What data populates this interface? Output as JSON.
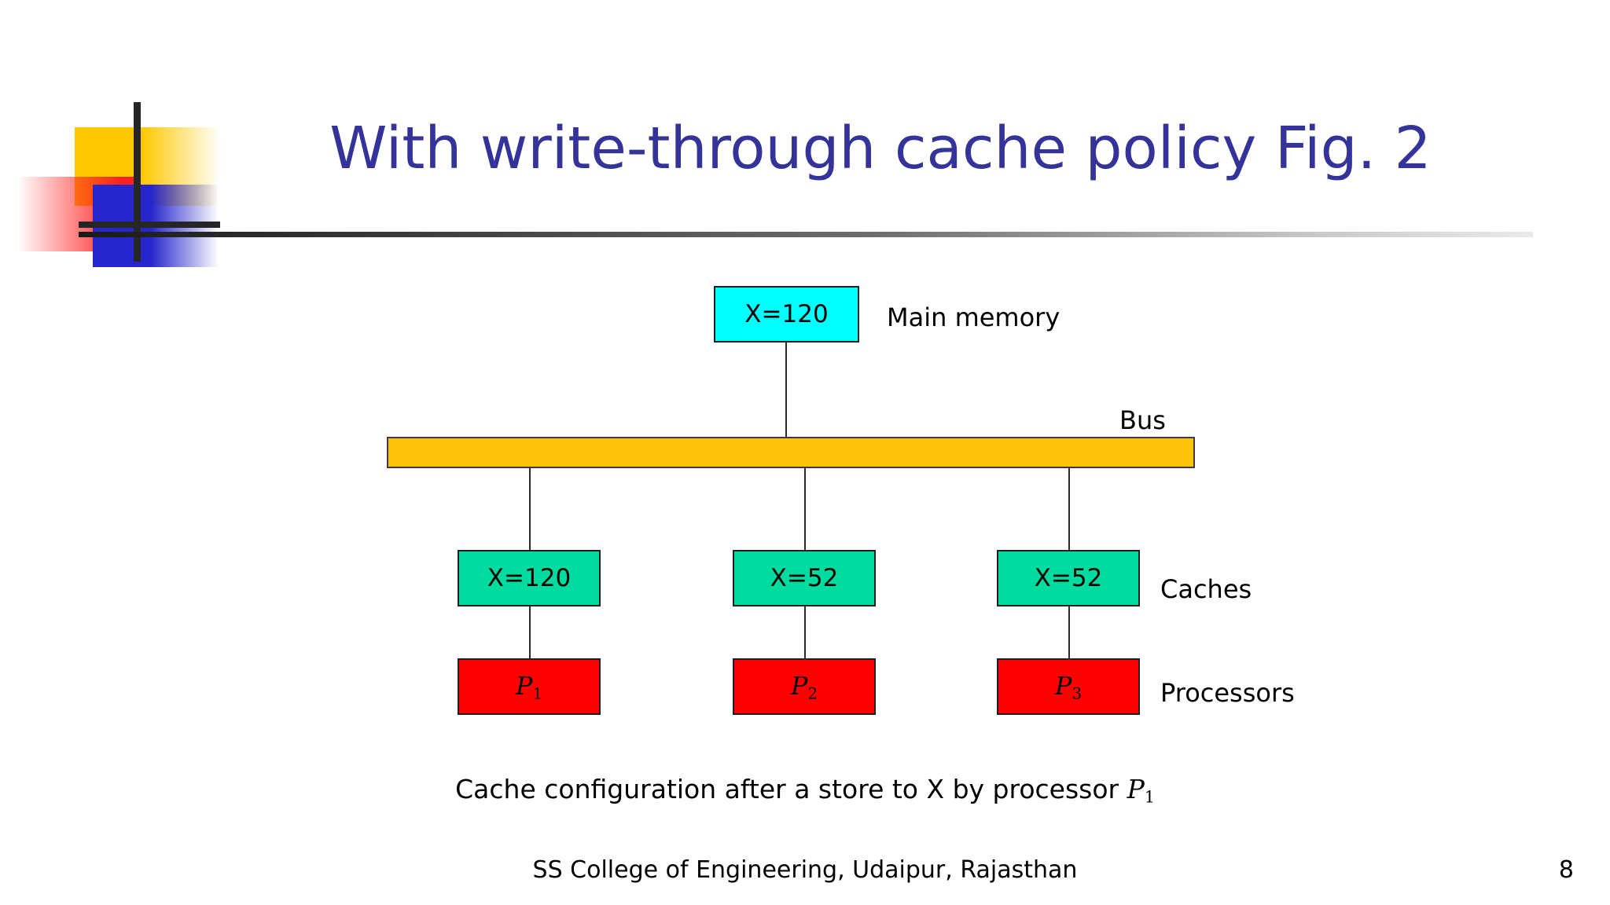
{
  "slide": {
    "title": "With write-through cache policy Fig. 2",
    "title_color": "#333399",
    "page_number": "8",
    "footer": "SS College of Engineering, Udaipur, Rajasthan",
    "caption_prefix": "Cache configuration after a store to X by processor",
    "caption_var": "P",
    "caption_var_sub": "1"
  },
  "logo": {
    "yellow": "#FFC800",
    "red": "#FF2020",
    "blue": "#2626CC",
    "bar": "#262626"
  },
  "diagram": {
    "memory": {
      "value": "X=120",
      "label": "Main memory",
      "color": "#00FFFF"
    },
    "bus": {
      "label": "Bus",
      "color": "#FFC30B"
    },
    "caches": {
      "label": "Caches",
      "color": "#00DCA0",
      "items": [
        {
          "value": "X=120"
        },
        {
          "value": "X=52"
        },
        {
          "value": "X=52"
        }
      ]
    },
    "processors": {
      "label": "Processors",
      "color": "#FF0000",
      "items": [
        {
          "name": "P",
          "index": "1"
        },
        {
          "name": "P",
          "index": "2"
        },
        {
          "name": "P",
          "index": "3"
        }
      ]
    }
  }
}
